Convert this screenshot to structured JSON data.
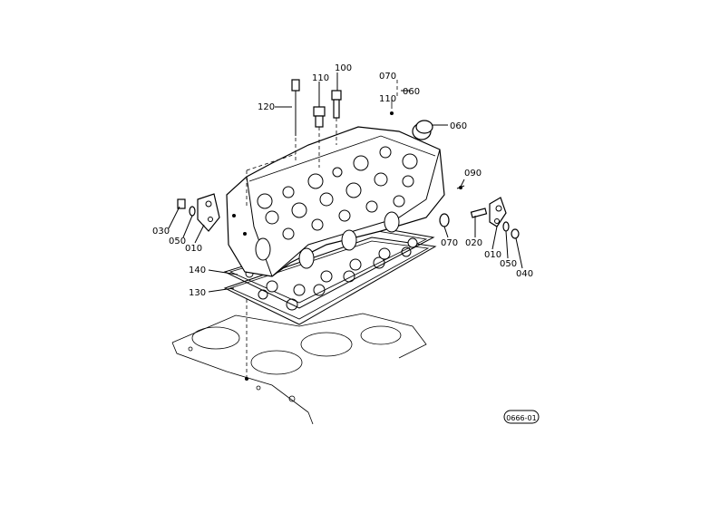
{
  "callouts": {
    "p070_top": "070",
    "p110_top": "110",
    "p060_top": "060",
    "p110": "110",
    "p100": "100",
    "p120": "120",
    "p060_plug": "060",
    "p090": "090",
    "p030": "030",
    "p050_left": "050",
    "p010_left": "010",
    "p070_right": "070",
    "p020": "020",
    "p010_right": "010",
    "p050_right": "050",
    "p040": "040",
    "p140": "140",
    "p130": "130"
  },
  "figure_code": "0666-01"
}
